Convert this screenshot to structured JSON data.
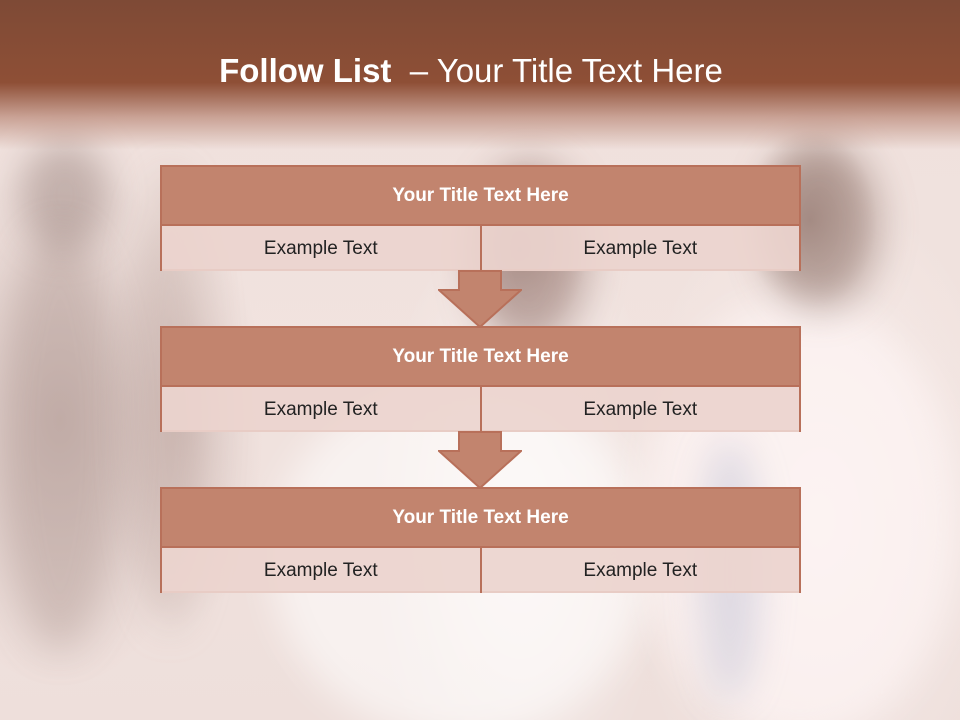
{
  "slide": {
    "title_bold": "Follow List",
    "title_rest": "– Your Title Text Here"
  },
  "blocks": [
    {
      "title": "Your Title Text Here",
      "left": "Example Text",
      "right": "Example Text"
    },
    {
      "title": "Your Title Text Here",
      "left": "Example Text",
      "right": "Example Text"
    },
    {
      "title": "Your Title Text Here",
      "left": "Example Text",
      "right": "Example Text"
    }
  ],
  "colors": {
    "header": "#8e4f36",
    "block_head": "#c2846e",
    "block_border": "#b8705a",
    "cell_fill": "#ecd4ce"
  }
}
